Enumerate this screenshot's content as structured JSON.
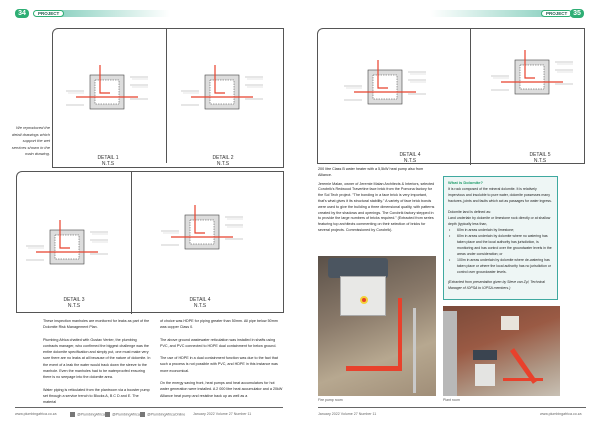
{
  "left_page": {
    "page_number": "34",
    "section": "PROJECT"
  },
  "right_page": {
    "page_number": "35",
    "section": "PROJECT"
  },
  "sidenote": "We reproduced the detail drawings which support the wet services shown in the main drawing.",
  "details": [
    {
      "title": "DETAIL 1",
      "scale": "N.T.S"
    },
    {
      "title": "DETAIL 2",
      "scale": "N.T.S"
    },
    {
      "title": "DETAIL 3",
      "scale": "N.T.S"
    },
    {
      "title": "DETAIL 4",
      "scale": "N.T.S"
    },
    {
      "title": "DETAIL 4",
      "scale": "N.T.S"
    },
    {
      "title": "DETAIL 5",
      "scale": "N.T.S"
    }
  ],
  "left_columns": {
    "col1": [
      "These inspection manholes are monitored for leaks as part of the Dolomite Risk Management Plan.",
      "Plumbing Africa chatted with Gustav Venter, the plumbing contracts manager, who confirmed the biggest challenge was the entire dolomite specification and simply put, one must make very sure there are no leaks at all because of the nature of dolomite. In the event of a leak the water would track down the sleeve to the manhole. Even the manholes had to be waterproofed ensuring there is no seepage into the dolomite area.",
      "Water piping is reticulated from the plantroom via a booster pump set through a service trench to Blocks A, B C D and E. The material"
    ],
    "col2": [
      "of choice was HDPE for piping greater than 50mm. All pipe below 50mm was copper Class 0.",
      "The above ground wastewater reticulation was installed in shafts using PVC, and PVC connected to HDPE dual containment for below ground.",
      "The use of HDPE in a dual containment function was due to the fact that such a process is not possible with PVC, and HDPE in this instance was more economical.",
      "On the energy saving front, heat pumps and heat accumulators for hot water generation were installed. A 2 000 litre heat accumulator and a 20kW Alliance heat pump and resistive back up as well as a"
    ]
  },
  "right_column": [
    "200 litre Class B water heater with a 5,5kW heat pump also from Alliance.",
    "Jeremie Malan, owner of Jeremie Malan Architects & Interiors, selected Corobrik's Redwood Travertine face brick from the Pomona factory for the Sol Tech project. \"The bonding in a face brick is very important, that's what gives it its structural stability.\" A variety of face brick bonds were used to give the building a three dimensional quality, with patterns created by the shadows and openings. The Corobrik factory stepped in to provide the large numbers of bricks required.\" (Extracted from series featuring top architects commenting on their selection of bricks for several projects. Commissioned by Corobrik)."
  ],
  "sidebar": {
    "title": "What is Dolomite?",
    "intro": "It is rock composed of the mineral dolomite. It is relatively impervious and insoluble to pure water, dolomite possesses many fractures, joints and faults which act as passages for water ingress.",
    "def1": "Dolomite land is defined as:",
    "def2": "Land underlain by dolomite or limestone rock directly or at shallow depth (typically less than,",
    "bullets": [
      "60m in areas underlain by limestone;",
      "60m in areas underlain by dolomite where no watering has taken place and the local authority has jurisdiction, is monitoring and has control over the groundwater levels in the areas under consideration; or",
      "100m in areas underlain by dolomite where de-watering has taken place or where the local authority has no jurisdiction or control over groundwater levels."
    ],
    "credit": "(Extracted from presentation given by Steve van Zyl, Technical Manager of IOPSA to IOPSA members.)"
  },
  "captions": {
    "photo1": "Fire pump room",
    "photo2": "Plant room"
  },
  "footer": {
    "url": "www.plumbingafrica.co.za",
    "twitter": "@PlumbingAfrica",
    "facebook": "@PlumbingAfrica",
    "linkedin": "@PlumbingAfricaOnline",
    "issue": "January 2022 Volume 27 Number 11"
  },
  "colors": {
    "brand": "#2eae74",
    "sidebar_border": "#3fa9a0",
    "pipe": "#e8412c"
  }
}
